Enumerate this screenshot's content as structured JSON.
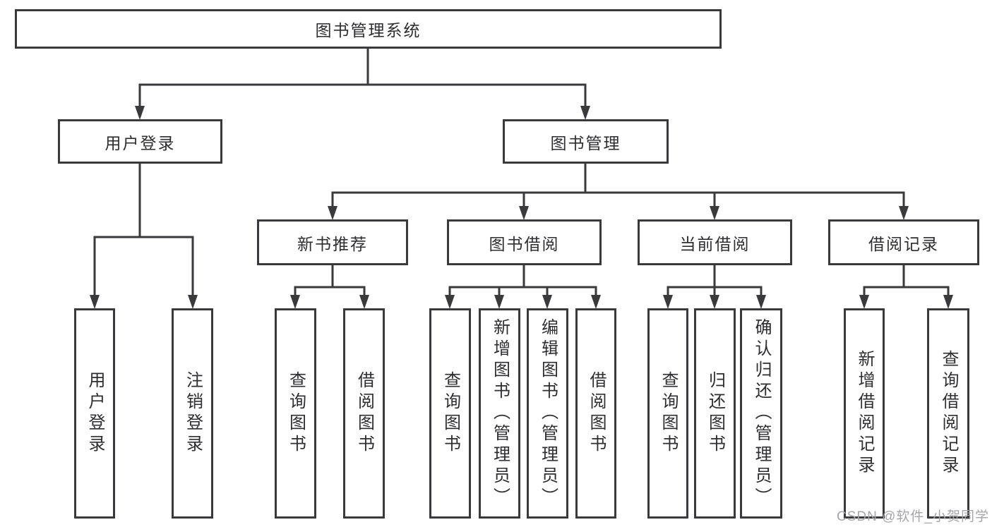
{
  "tree": {
    "label": "图书管理系统",
    "children": [
      {
        "label": "用户登录",
        "children": [
          {
            "label": "用户登录"
          },
          {
            "label": "注销登录"
          }
        ]
      },
      {
        "label": "图书管理",
        "children": [
          {
            "label": "新书推荐",
            "children": [
              {
                "label": "查询图书"
              },
              {
                "label": "借阅图书"
              }
            ]
          },
          {
            "label": "图书借阅",
            "children": [
              {
                "label": "查询图书"
              },
              {
                "label": "新增图书（管理员）"
              },
              {
                "label": "编辑图书（管理员）"
              },
              {
                "label": "借阅图书"
              }
            ]
          },
          {
            "label": "当前借阅",
            "children": [
              {
                "label": "查询图书"
              },
              {
                "label": "归还图书"
              },
              {
                "label": "确认归还（管理员）"
              }
            ]
          },
          {
            "label": "借阅记录",
            "children": [
              {
                "label": "新增借阅记录"
              },
              {
                "label": "查询借阅记录"
              }
            ]
          }
        ]
      }
    ]
  },
  "watermark": "CSDN @软件_小贺同学",
  "colors": {
    "line": "#3a3a3c",
    "text": "#2e2e30",
    "watermark": "#a5a5aa",
    "background": "#ffffff"
  }
}
